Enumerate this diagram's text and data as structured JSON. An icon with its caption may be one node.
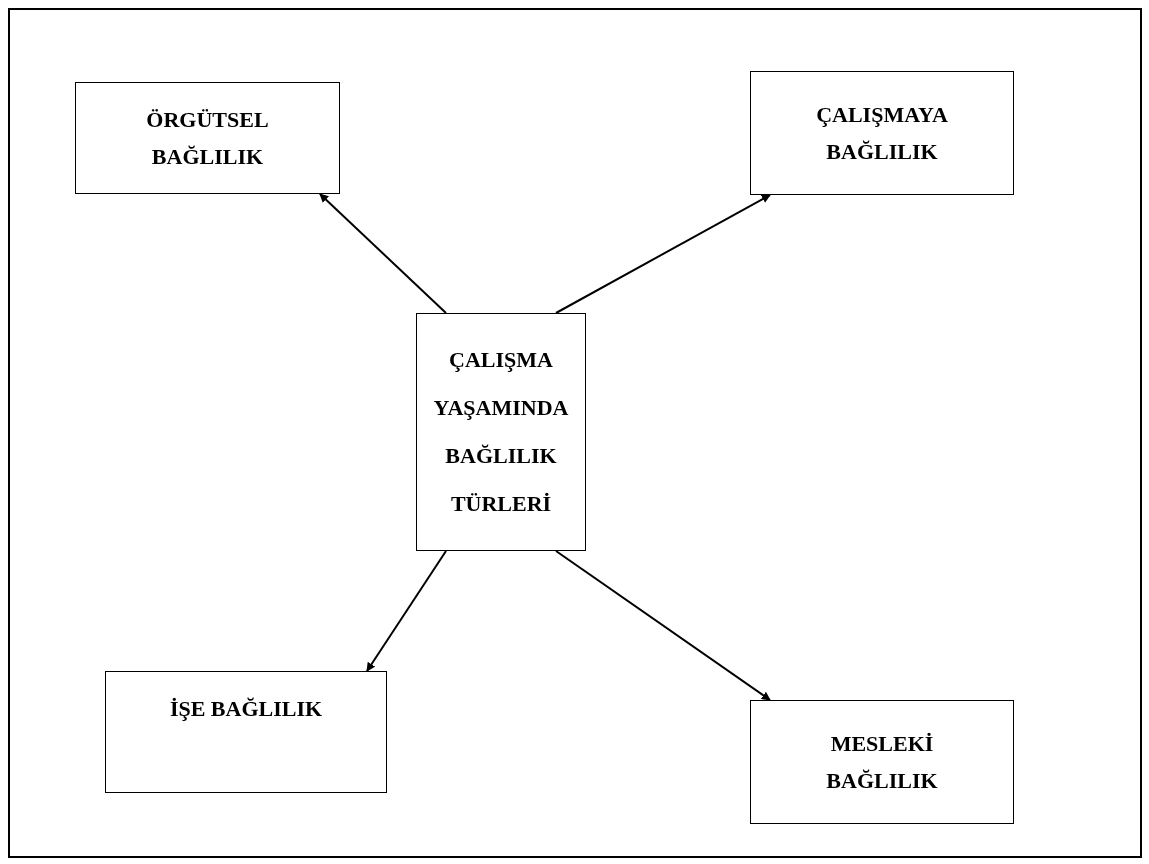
{
  "diagram": {
    "nodes": [
      {
        "text": [
          "ÇALIŞMA YAŞAMINDA BAĞLILIK TÜRLERİ"
        ]
      },
      {
        "text": [
          "ÖRGÜTSEL BAĞLILIK"
        ]
      },
      {
        "text": [
          "ÇALIŞMAYA BAĞLILIK"
        ]
      },
      {
        "text": [
          "İŞE BAĞLILIK"
        ]
      },
      {
        "text": [
          "MESLEKİ BAĞLILIK"
        ]
      }
    ],
    "edges": [
      {
        "from": 0,
        "to": 1,
        "arrow": "to"
      },
      {
        "from": 0,
        "to": 2,
        "arrow": "to"
      },
      {
        "from": 0,
        "to": 3,
        "arrow": "to"
      },
      {
        "from": 0,
        "to": 4,
        "arrow": "to"
      }
    ]
  }
}
